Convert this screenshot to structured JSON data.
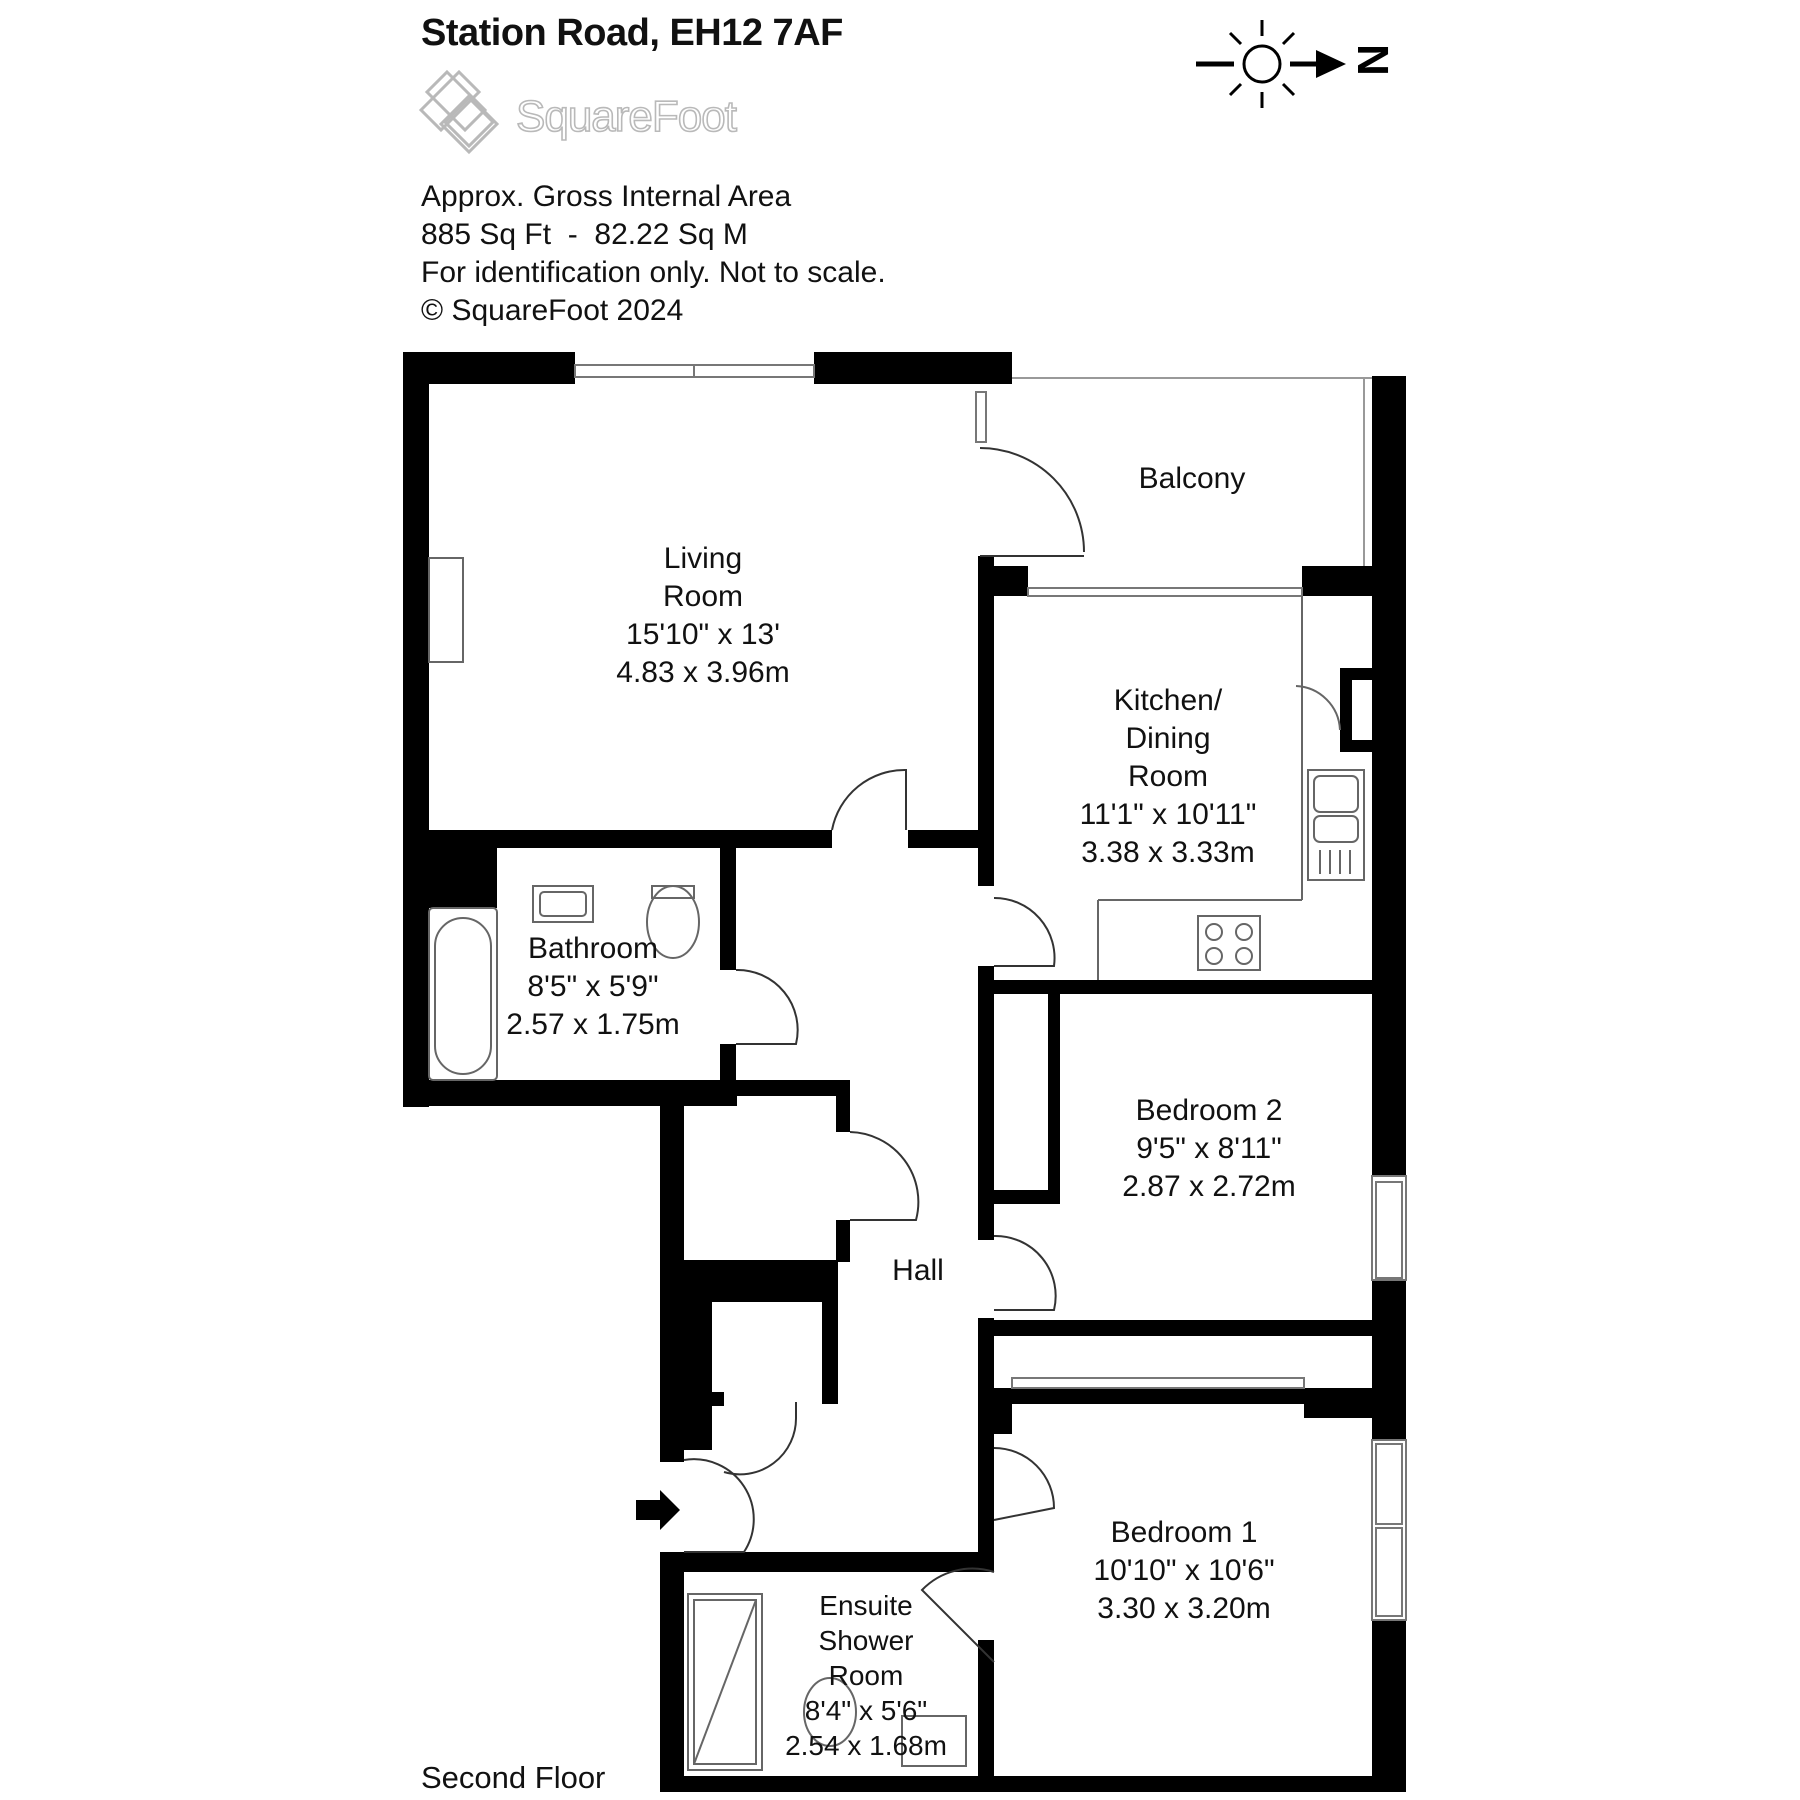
{
  "header": {
    "address": "Station Road, EH12 7AF",
    "logo_text": "SquareFoot"
  },
  "info": {
    "line1": "Approx. Gross Internal Area",
    "line2": "885 Sq Ft  -  82.22 Sq M",
    "line3": "For identification only. Not to scale.",
    "line4": "© SquareFoot 2024"
  },
  "compass": {
    "label": "N",
    "icon": "sun-compass-icon"
  },
  "rooms": {
    "living": {
      "name1": "Living",
      "name2": "Room",
      "imperial": "15'10\" x 13'",
      "metric": "4.83 x 3.96m"
    },
    "balcony": {
      "name": "Balcony"
    },
    "kitchen": {
      "name1": "Kitchen/",
      "name2": "Dining",
      "name3": "Room",
      "imperial": "11'1\" x 10'11\"",
      "metric": "3.38 x 3.33m"
    },
    "bathroom": {
      "name": "Bathroom",
      "imperial": "8'5\" x 5'9\"",
      "metric": "2.57 x 1.75m"
    },
    "bedroom2": {
      "name": "Bedroom 2",
      "imperial": "9'5\" x 8'11\"",
      "metric": "2.87 x 2.72m"
    },
    "hall": {
      "name": "Hall"
    },
    "bedroom1": {
      "name": "Bedroom 1",
      "imperial": "10'10\" x 10'6\"",
      "metric": "3.30 x 3.20m"
    },
    "ensuite": {
      "name1": "Ensuite",
      "name2": "Shower",
      "name3": "Room",
      "imperial": "8'4\" x 5'6\"",
      "metric": "2.54 x 1.68m"
    }
  },
  "floor_label": "Second Floor",
  "colors": {
    "wall": "#000000",
    "logo": "#b9b9b9",
    "background": "#ffffff"
  }
}
